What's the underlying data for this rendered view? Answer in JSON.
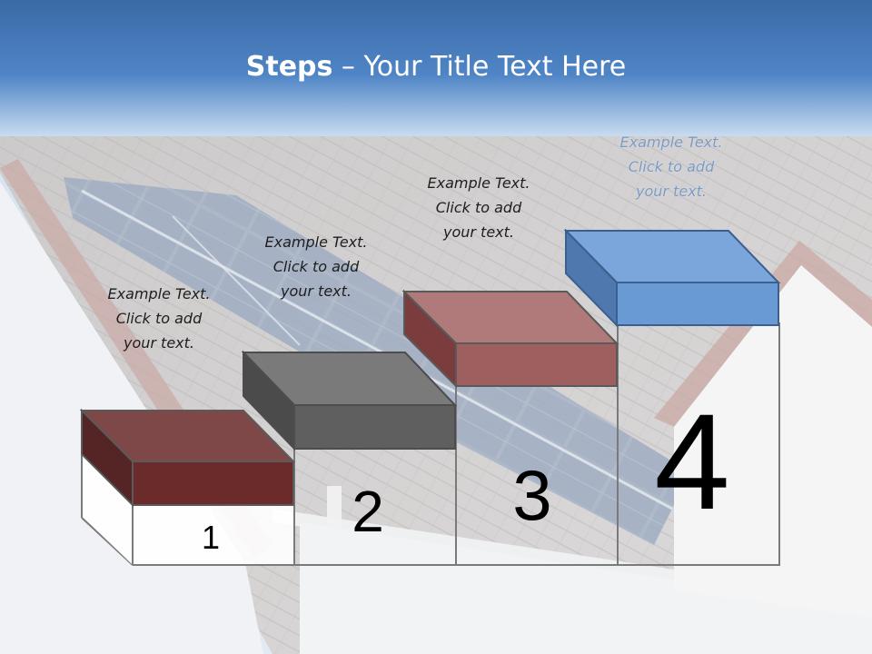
{
  "slide": {
    "title_bold": "Steps",
    "title_rest": " – Your Title Text Here"
  },
  "steps": [
    {
      "number": "1",
      "text_lines": [
        "Example Text.",
        "Click  to add",
        "your text."
      ],
      "color": "#6b2b2b"
    },
    {
      "number": "2",
      "text_lines": [
        "Example Text.",
        "Click  to add",
        "your text."
      ],
      "color": "#5f5f5f"
    },
    {
      "number": "3",
      "text_lines": [
        "Example Text.",
        "Click  to add",
        "your text."
      ],
      "color": "#9e5f5f"
    },
    {
      "number": "4",
      "text_lines": [
        "Example Text.",
        "Click  to add",
        "your text."
      ],
      "color": "#6a9ad4"
    }
  ],
  "colors": {
    "header_blue": "#3d6fab",
    "accent_blue": "#5b8fcf"
  }
}
